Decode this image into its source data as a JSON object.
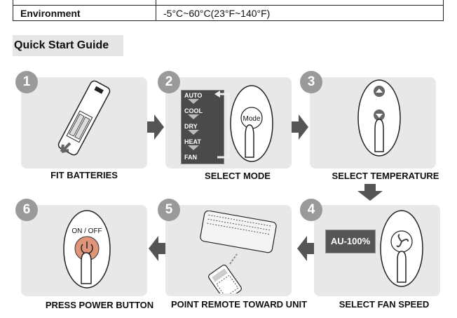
{
  "spec": {
    "label": "Environment",
    "value": "-5°C~60°C(23°F~140°F)"
  },
  "section": {
    "title": "Quick Start Guide"
  },
  "steps": [
    {
      "number": "1",
      "caption": "FIT BATTERIES"
    },
    {
      "number": "2",
      "caption": "SELECT MODE"
    },
    {
      "number": "3",
      "caption": "SELECT TEMPERATURE"
    },
    {
      "number": "4",
      "caption": "SELECT FAN SPEED"
    },
    {
      "number": "5",
      "caption": "POINT REMOTE TOWARD UNIT"
    },
    {
      "number": "6",
      "caption": "PRESS POWER BUTTON"
    }
  ],
  "modes": [
    "AUTO",
    "COOL",
    "DRY",
    "HEAT",
    "FAN"
  ],
  "mode_button": "Mode",
  "fan_display": "AU-100%",
  "power_label": "ON / OFF",
  "colors": {
    "card": "#e8e8e8",
    "badge": "#9a9a9a",
    "arrow": "#555555",
    "power": "#e0957a"
  }
}
